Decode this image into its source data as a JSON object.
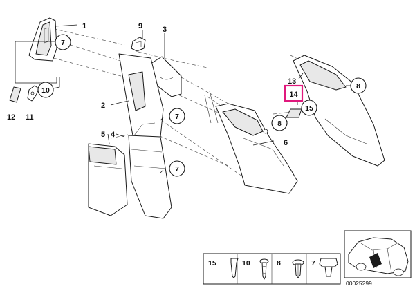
{
  "callouts": {
    "p1": "1",
    "p2": "2",
    "p3": "3",
    "p4": "4",
    "p5": "5",
    "p6": "6",
    "p7a": "7",
    "p7b": "7",
    "p7c": "7",
    "p8a": "8",
    "p8b": "8",
    "p9": "9",
    "p10": "10",
    "p11": "11",
    "p12": "12",
    "p13": "13",
    "p14": "14",
    "p15": "15"
  },
  "legend": {
    "items": [
      {
        "number": "15",
        "icon": "plug-icon"
      },
      {
        "number": "10",
        "icon": "screw-icon"
      },
      {
        "number": "8",
        "icon": "expanding-rivet-icon"
      },
      {
        "number": "7",
        "icon": "clip-icon"
      }
    ]
  },
  "diagram_number": "00025299",
  "colors": {
    "highlight": "#e0197d",
    "line": "#1a1a1a"
  }
}
